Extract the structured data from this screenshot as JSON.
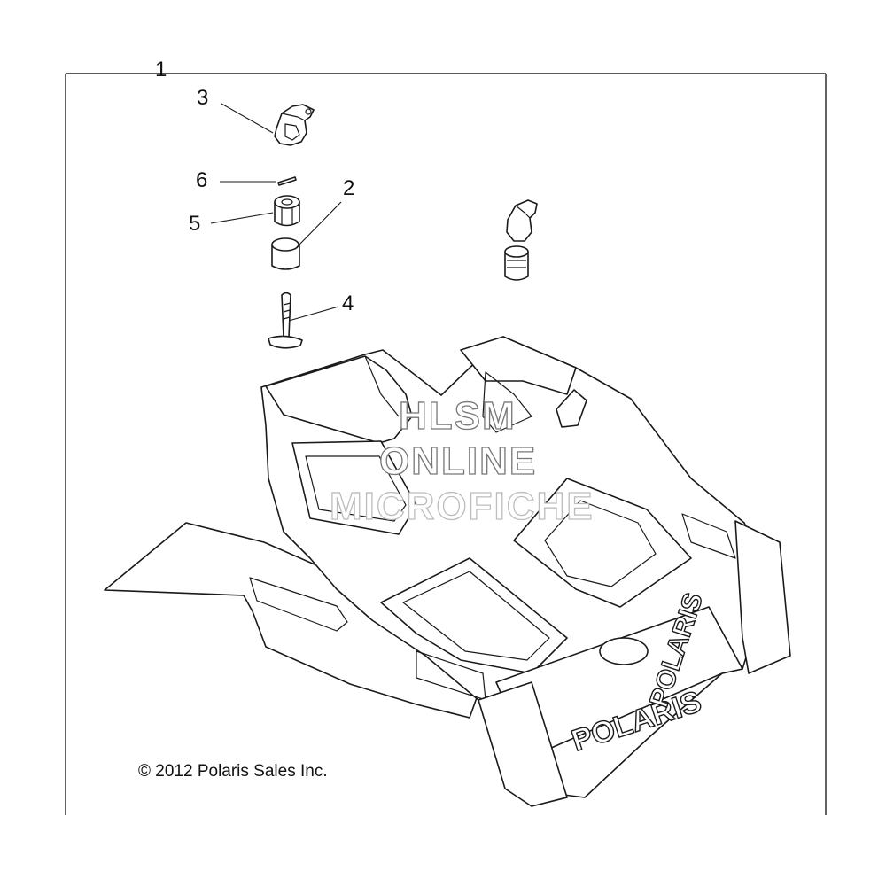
{
  "callouts": {
    "c1": "1",
    "c2": "2",
    "c3": "3",
    "c4": "4",
    "c5": "5",
    "c6": "6"
  },
  "copyright": "© 2012 Polaris Sales Inc.",
  "watermark": {
    "line1": "HLSM",
    "line2": "ONLINE",
    "line3": "MICROFICHE"
  },
  "brand_logo": "POLARIS",
  "brand_logo_side": "POLARIS"
}
